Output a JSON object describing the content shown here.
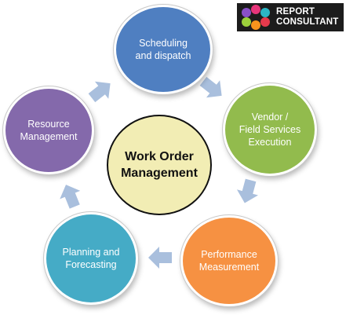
{
  "logo": {
    "text": "REPORT\nCONSULTANT",
    "dot_colors": [
      "#8a4fc7",
      "#e6357a",
      "#2bb5c4",
      "#9cd13b",
      "#f7941d",
      "#e63a4c"
    ]
  },
  "center": {
    "label": "Work Order\nManagement",
    "color": "#f2edb4"
  },
  "nodes": [
    {
      "id": "scheduling",
      "label": "Scheduling\nand dispatch",
      "color": "#4f7fc1"
    },
    {
      "id": "vendor",
      "label": "Vendor /\nField Services\nExecution",
      "color": "#92bb4d"
    },
    {
      "id": "performance",
      "label": "Performance\nMeasurement",
      "color": "#f69142"
    },
    {
      "id": "planning",
      "label": "Planning and\nForecasting",
      "color": "#45abc6"
    },
    {
      "id": "resource",
      "label": "Resource\nManagement",
      "color": "#8469ab"
    }
  ],
  "arrow_color": "#a9bfdd"
}
